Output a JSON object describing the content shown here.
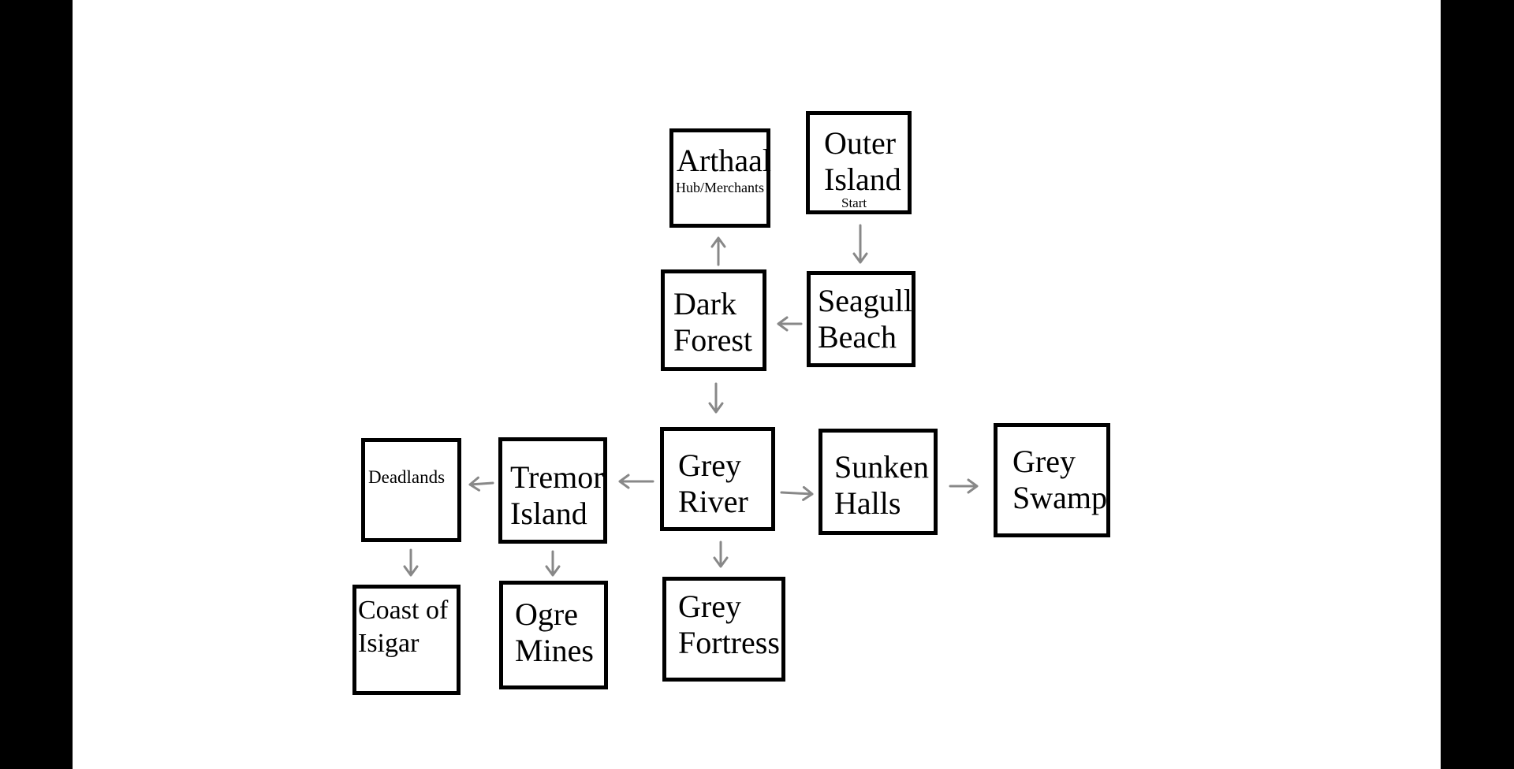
{
  "colors": {
    "background": "#000000",
    "canvas": "#ffffff",
    "box_border": "#000000",
    "text": "#000000",
    "arrow": "#888888"
  },
  "nodes": {
    "arthaal": {
      "label": "Arthaal",
      "sublabel": "Hub/Merchants"
    },
    "outer_island": {
      "label_line1": "Outer",
      "label_line2": "Island",
      "sublabel": "Start"
    },
    "dark_forest": {
      "label_line1": "Dark",
      "label_line2": "Forest"
    },
    "seagull_beach": {
      "label_line1": "Seagull",
      "label_line2": "Beach"
    },
    "deadlands": {
      "label": "Deadlands"
    },
    "tremor_island": {
      "label_line1": "Tremor",
      "label_line2": "Island"
    },
    "grey_river": {
      "label_line1": "Grey",
      "label_line2": "River"
    },
    "sunken_halls": {
      "label_line1": "Sunken",
      "label_line2": "Halls"
    },
    "grey_swamp": {
      "label_line1": "Grey",
      "label_line2": "Swamp"
    },
    "coast_of_isigar": {
      "label_line1": "Coast of",
      "label_line2": "Isigar"
    },
    "ogre_mines": {
      "label_line1": "Ogre",
      "label_line2": "Mines"
    },
    "grey_fortress": {
      "label_line1": "Grey",
      "label_line2": "Fortress"
    }
  },
  "edges": [
    {
      "from": "outer_island",
      "to": "seagull_beach",
      "direction": "down"
    },
    {
      "from": "seagull_beach",
      "to": "dark_forest",
      "direction": "left"
    },
    {
      "from": "dark_forest",
      "to": "arthaal",
      "direction": "up"
    },
    {
      "from": "dark_forest",
      "to": "grey_river",
      "direction": "down"
    },
    {
      "from": "grey_river",
      "to": "tremor_island",
      "direction": "left"
    },
    {
      "from": "grey_river",
      "to": "sunken_halls",
      "direction": "right"
    },
    {
      "from": "grey_river",
      "to": "grey_fortress",
      "direction": "down"
    },
    {
      "from": "sunken_halls",
      "to": "grey_swamp",
      "direction": "right"
    },
    {
      "from": "tremor_island",
      "to": "deadlands",
      "direction": "left"
    },
    {
      "from": "tremor_island",
      "to": "ogre_mines",
      "direction": "down"
    },
    {
      "from": "deadlands",
      "to": "coast_of_isigar",
      "direction": "down"
    }
  ]
}
